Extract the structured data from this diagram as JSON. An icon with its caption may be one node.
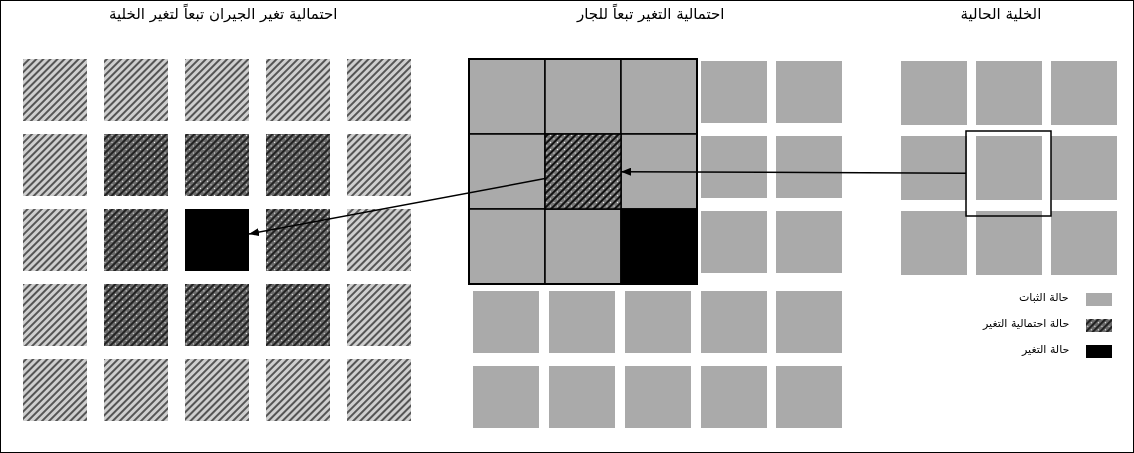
{
  "diagram": {
    "nodes": [
      {
        "text": [],
        "shape": "box"
      },
      {
        "text": [],
        "shape": "box"
      },
      {
        "text": [],
        "shape": "box"
      }
    ],
    "edges": [
      {
        "from": 2,
        "to": 1,
        "arrow": "to"
      },
      {
        "from": 1,
        "to": 0,
        "arrow": "to"
      }
    ],
    "labels": [
      "احتمالية تغير الجيران تبعاً لتغير الخلية",
      "احتمالية التغير تبعاً للجار",
      "الخلية الحالية"
    ],
    "legend": [
      {
        "text": "حالة الثبات",
        "color": "#aaaaaa"
      },
      {
        "text": "حالة احتمالية التغير"
      },
      {
        "text": "حالة التغير",
        "color": "#000000"
      }
    ]
  }
}
